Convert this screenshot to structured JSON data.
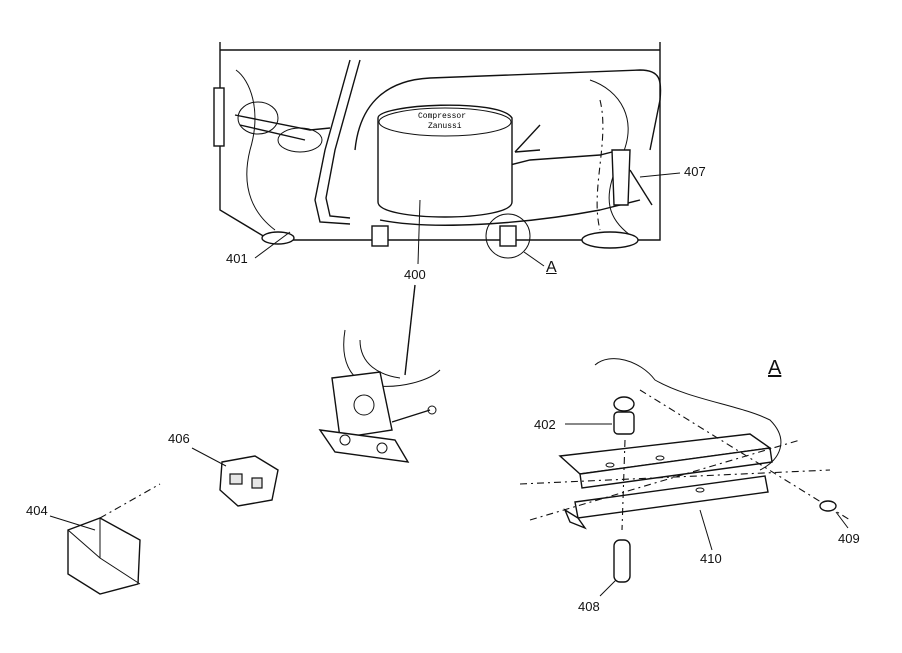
{
  "diagram": {
    "compressor_brand_line1": "Compressor",
    "compressor_brand_line2": "Zanussi",
    "detail_marker": "A",
    "detail_title": "A",
    "callouts": {
      "p400": "400",
      "p401": "401",
      "p402": "402",
      "p404": "404",
      "p406": "406",
      "p407": "407",
      "p408": "408",
      "p409": "409",
      "p410": "410"
    }
  }
}
